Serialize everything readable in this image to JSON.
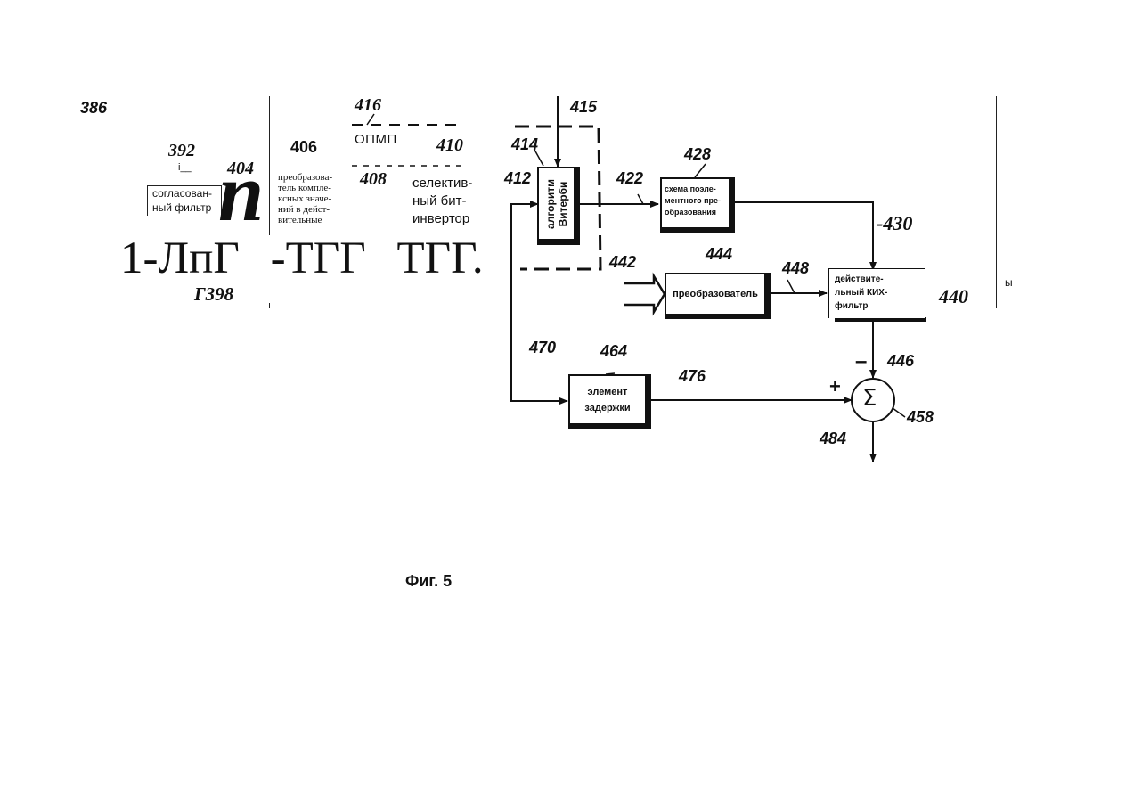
{
  "left": {
    "n386": "386",
    "n392": "392",
    "tick": "i__",
    "n404": "404",
    "matched_filter": "согласован-\nный фильтр",
    "big_n": "n",
    "n406": "406",
    "converter_text": "преобразова-\nтель компле-\nксных значе-\nний в дейст-\nвительные",
    "n416": "416",
    "opmp": "ОПМП",
    "n410": "410",
    "n408": "408",
    "bit_inverter": "селектив-\nный бит-\nинвертор",
    "garbled": "1-ЛпГ -ТГГ ТГГ.",
    "n398": "Г398"
  },
  "right_mark": "ы",
  "diagram": {
    "viterbi": "алгоритм\nВитерби",
    "post_element": "схема поэле-\nментного пре-\nобразования",
    "converter": "преобразователь",
    "fir": "действите-\nльный КИХ-\nфильтр",
    "delay": "элемент\nзадержки",
    "sum_symbol": "Σ",
    "plus": "+",
    "minus": "–",
    "labels": {
      "n412": "412",
      "n414": "414",
      "n415": "415",
      "n422": "422",
      "n428": "428",
      "n430": "-430",
      "n440": "440",
      "n442": "442",
      "n444": "444",
      "n446": "446",
      "n448": "448",
      "n458": "458",
      "n464": "464",
      "n470": "470",
      "n476": "476",
      "n484": "484"
    }
  },
  "caption": "Фиг. 5"
}
